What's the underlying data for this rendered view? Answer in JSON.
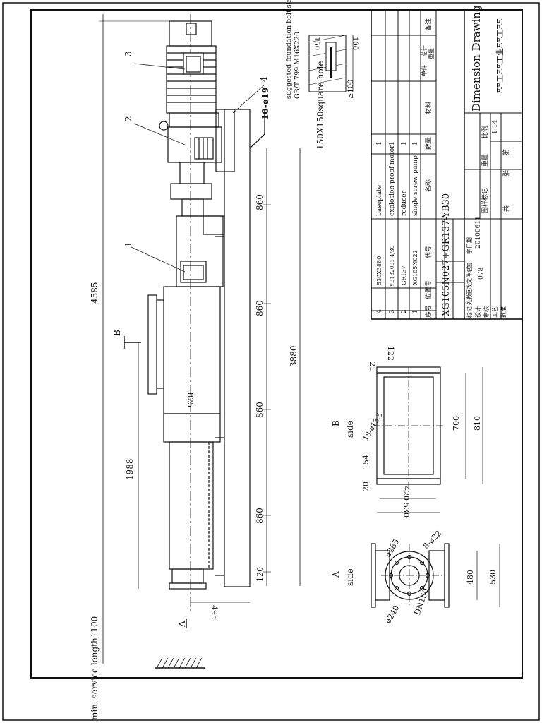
{
  "drawing": {
    "title": "Dimension Drawing",
    "model": "XG105N027+GR137-YB30",
    "min_service_length": "min. service length1100",
    "foundation_note": "suggested foundation bolt size",
    "foundation_std": "GB/T 799 M16X220",
    "bolt_holes": "10-ø19",
    "square_hole": "150X150square hole",
    "section_b": "B",
    "section_a": "A",
    "side_b": "B\nside",
    "side_a": "A\nside"
  },
  "leaders": [
    "1",
    "2",
    "3",
    "4"
  ],
  "dims": {
    "overall": "4585",
    "base_len": "3880",
    "seg": [
      "860",
      "860",
      "860",
      "860"
    ],
    "d1988": "1988",
    "d825": "825",
    "d495": "495",
    "d120": "120",
    "d150": "150",
    "d100": "100",
    "d100b": "≥100",
    "b_122": "122",
    "b_21": "21",
    "b_hole": "18-ø13.5",
    "b_154": "154",
    "b_20": "20",
    "b_420": "420",
    "b_530": "530",
    "b_700": "700",
    "b_810": "810",
    "a_d85": "ø285",
    "a_holes": "8-ø22",
    "a_d240": "ø240",
    "a_dn": "DN150",
    "a_480": "480",
    "a_530": "530"
  },
  "parts_list": {
    "header": {
      "no": "序号",
      "code": "代号",
      "name": "名称",
      "qty": "数量",
      "material": "材料",
      "unit_w": "单件",
      "total_w": "总计",
      "weight": "重量",
      "remark": "备注"
    },
    "rows": [
      {
        "no": "4",
        "code": "530X3880",
        "name": "baseplate",
        "qty": "1"
      },
      {
        "no": "3",
        "code": "YB132001-4/30",
        "name": "explosion proof motor",
        "qty": "1"
      },
      {
        "no": "2",
        "code": "GR137",
        "name": "reducer",
        "qty": "1"
      },
      {
        "no": "1",
        "code": "XG105N022",
        "name": "single screw pump",
        "qty": "1"
      }
    ],
    "pos_code": "位置号"
  },
  "title_block": {
    "mark": "标记",
    "count": "处数",
    "change_doc": "更改文件名",
    "sign": "签",
    "date": "字日期",
    "date_value": "20100611",
    "design": "设计",
    "check": "审核",
    "approve": "批准",
    "process": "工艺",
    "drawing_no": "078",
    "stage": "图样标记",
    "weight": "重量",
    "scale_label": "比例",
    "scale": "1:14",
    "sheet_total": "共",
    "sheet": "张",
    "sheet_no": "第",
    "company": "ΞΞ工ΞΞ工业ΞΞ工ΞΞ"
  }
}
